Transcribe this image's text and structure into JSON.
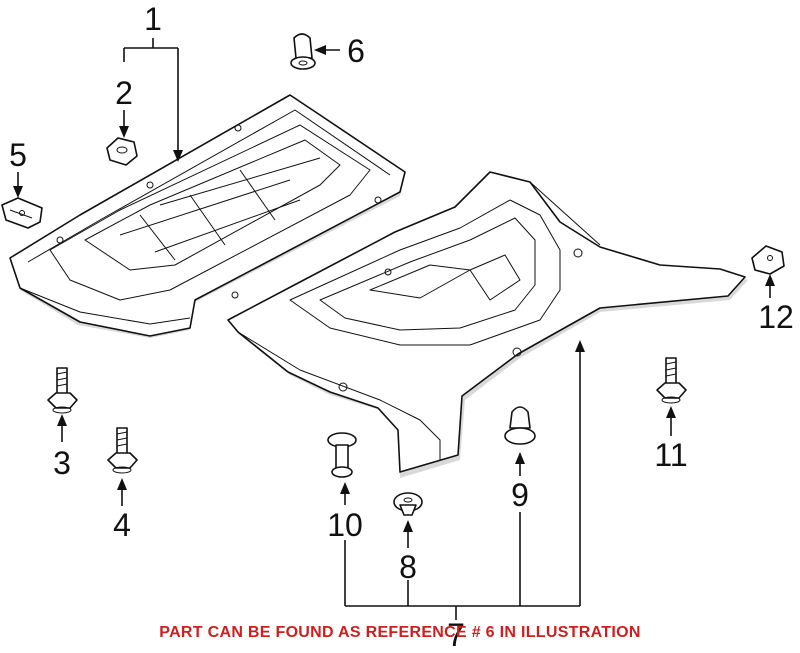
{
  "callouts": {
    "c1": "1",
    "c2": "2",
    "c3": "3",
    "c4": "4",
    "c5": "5",
    "c6": "6",
    "c7": "7",
    "c8": "8",
    "c9": "9",
    "c10": "10",
    "c11": "11",
    "c12": "12"
  },
  "note": {
    "text": "PART CAN BE FOUND AS REFERENCE # 6 IN ILLUSTRATION",
    "color": "#cc1f1f"
  }
}
